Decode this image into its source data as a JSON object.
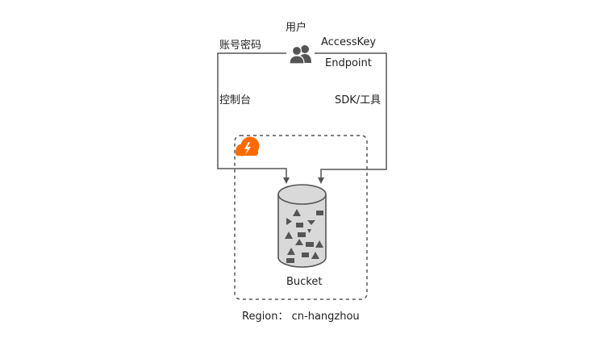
{
  "labels": {
    "user": "用户",
    "account_password": "账号密码",
    "access_key": "AccessKey",
    "endpoint": "Endpoint",
    "console": "控制台",
    "sdk_tools": "SDK/工具",
    "bucket": "Bucket",
    "region": "Region： cn-hangzhou"
  },
  "colors": {
    "line": "#555555",
    "cloud_accent": "#ff6a00",
    "bucket_fill": "#d9d9d9",
    "shapes": "#555555"
  },
  "icons": {
    "user": "users-icon",
    "cloud": "cloud-logo-icon",
    "bucket": "bucket-cylinder-icon"
  }
}
